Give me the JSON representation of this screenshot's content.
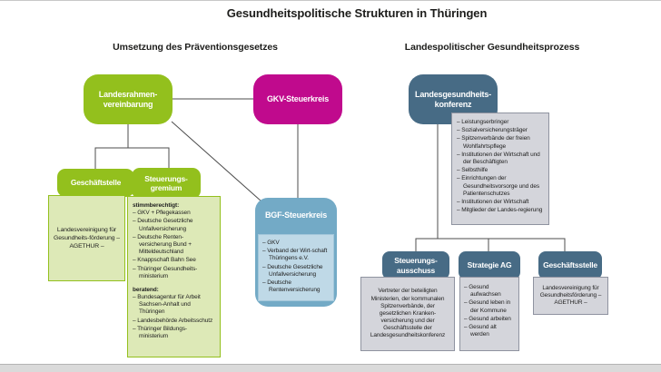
{
  "page": {
    "title": "Gesundheitspolitische Strukturen in Thüringen"
  },
  "colors": {
    "green": "#93c01d",
    "green-light": "#dde9b7",
    "magenta": "#c00a8d",
    "blue": "#73aac6",
    "blue-light": "#bfd9e7",
    "slate": "#476b85",
    "gray-fill": "#d4d5db",
    "gray-border": "#8f93a0",
    "line": "#4d4d4d",
    "footer": "#dadada"
  },
  "left": {
    "heading": "Umsetzung des Präventionsgesetzes",
    "landesrahmenvereinbarung": "Landesrahmen­vereinbarung",
    "gkv_steuerkreis": "GKV-Steuerkreis",
    "geschaeftstelle": {
      "title": "Geschäftstelle",
      "body": "Landesvereinigung für Gesundheits­förderung – AGETHUR –"
    },
    "steuerungsgremium": {
      "title": "Steuerungs­gremium",
      "voting_label": "stimmberechtigt:",
      "voting": [
        "– GKV + Pflegekassen",
        "– Deutsche Gesetzliche Unfallversicherung",
        "– Deutsche Renten­versicherung Bund + Mitteldeutschland",
        "– Knappschaft Bahn See",
        "– Thüringer Gesundheits­ministerium"
      ],
      "advisory_label": "beratend:",
      "advisory": [
        "– Bundesagentur für Arbeit Sachsen-Anhalt und Thüringen",
        "– Landesbehörde Arbeitsschutz",
        "– Thüringer Bildungs­ministerium"
      ]
    },
    "bgf_steuerkreis": {
      "title": "BGF-Steuerkreis",
      "members": [
        "– GKV",
        "– Verband der Wirt­schaft Thüringens e.V.",
        "– Deutsche Gesetzliche Unfallversicherung",
        "– Deutsche Rentenversicherung"
      ]
    }
  },
  "right": {
    "heading": "Landespolitischer Gesundheitsprozess",
    "landesgesundheitskonferenz": "Landesgesundheits­konferenz",
    "members": [
      "– Leistungserbringer",
      "– Sozialversicherungsträger",
      "– Spitzenverbände der freien Wohlfahrtspflege",
      "– Institutionen der Wirtschaft und der Beschäftigten",
      "– Selbsthilfe",
      "– Einrichtungen der Gesundheitsvorsorge und des Patientenschutzes",
      "– Institutionen der Wirtschaft",
      "– Mitglieder der Landes­regierung"
    ],
    "steuerungsausschuss": {
      "title": "Steuerungs­ausschuss",
      "body": "Vertreter der beteiligten Ministerien, der kommunalen Spitzenverbände, der gesetzlichen Kranken­versicherung und der Geschäftsstelle der Landesgesundheitskonferenz"
    },
    "strategie_ag": {
      "title": "Strategie AG",
      "items": [
        "– Gesund aufwachsen",
        "– Gesund leben in der Kommune",
        "– Gesund arbeiten",
        "– Gesund alt werden"
      ]
    },
    "geschaeftsstelle": {
      "title": "Geschäftsstelle",
      "body": "Landesvereinigung für Gesundheitsförderung – AGETHUR –"
    }
  }
}
